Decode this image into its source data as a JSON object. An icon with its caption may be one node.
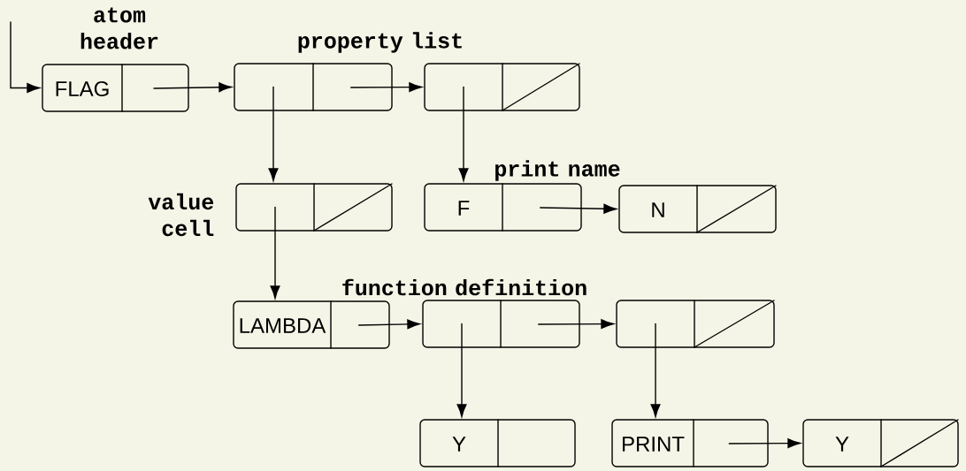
{
  "diagram": {
    "nodes": [
      {
        "text": [
          "FLAG"
        ],
        "beside": [
          "atom header"
        ]
      },
      {
        "text": [],
        "shape": "box",
        "beside": [
          "property list"
        ]
      },
      {
        "text": [],
        "shape": "box"
      },
      {
        "text": [],
        "shape": "box",
        "beside": [
          "value cell"
        ]
      },
      {
        "text": [
          "F"
        ]
      },
      {
        "text": [
          "N"
        ],
        "beside": [
          "print name"
        ]
      },
      {
        "text": [
          "LAMBDA"
        ]
      },
      {
        "text": [],
        "shape": "box",
        "beside": [
          "function definition"
        ]
      },
      {
        "text": [],
        "shape": "box"
      },
      {
        "text": [
          "Y"
        ]
      },
      {
        "text": [
          "PRINT"
        ]
      },
      {
        "text": [
          "Y"
        ]
      }
    ],
    "edges": [
      {
        "from": null,
        "to": 0,
        "arrow": "to"
      },
      {
        "from": 0,
        "to": 1,
        "arrow": "to"
      },
      {
        "from": 1,
        "to": 2,
        "arrow": "to"
      },
      {
        "from": 1,
        "to": 3,
        "arrow": "to"
      },
      {
        "from": 2,
        "to": 4,
        "arrow": "to"
      },
      {
        "from": 4,
        "to": 5,
        "arrow": "to"
      },
      {
        "from": 3,
        "to": 6,
        "arrow": "to"
      },
      {
        "from": 6,
        "to": 7,
        "arrow": "to"
      },
      {
        "from": 7,
        "to": 8,
        "arrow": "to"
      },
      {
        "from": 7,
        "to": 9,
        "arrow": "to"
      },
      {
        "from": 8,
        "to": 10,
        "arrow": "to"
      },
      {
        "from": 10,
        "to": 11,
        "arrow": "to"
      }
    ]
  }
}
